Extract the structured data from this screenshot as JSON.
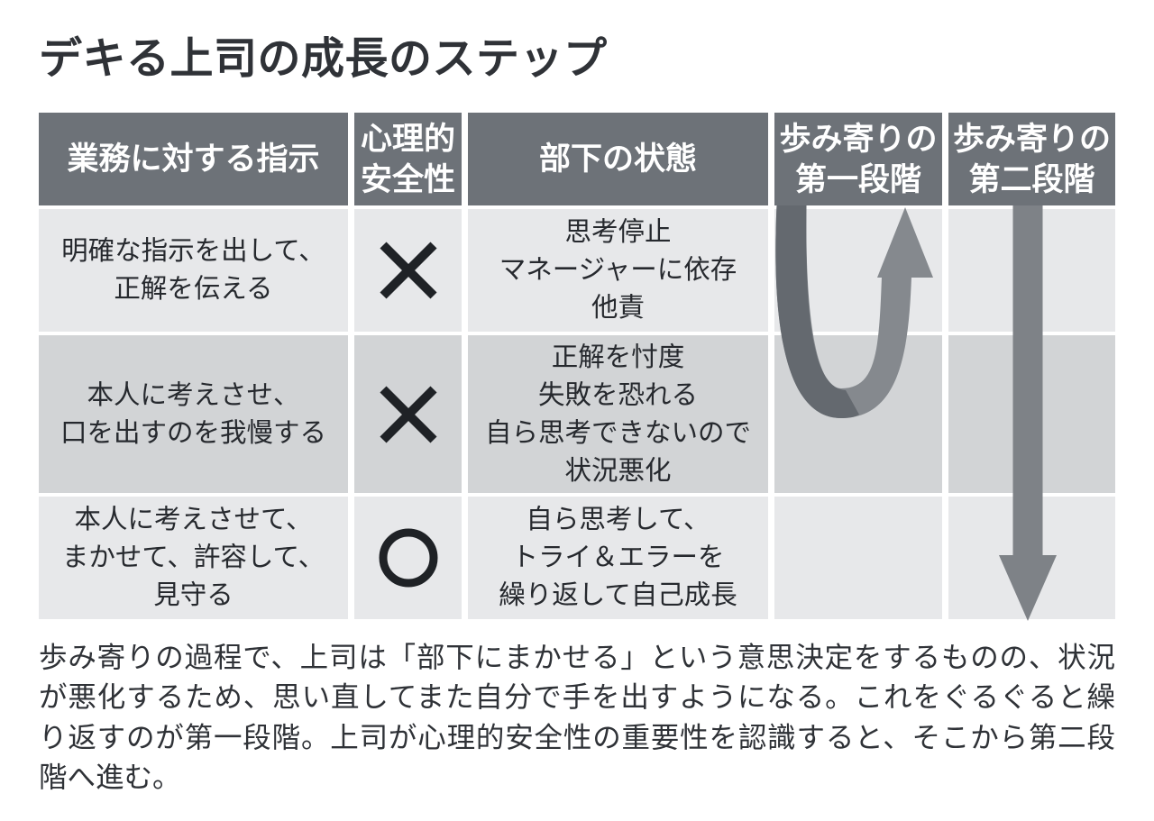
{
  "title": "デキる上司の成長のステップ",
  "colors": {
    "header_bg": "#6d7278",
    "row_light": "#e7e8ea",
    "row_mid": "#d2d4d6",
    "arrow_dark": "#64696f",
    "arrow_light": "#85898e",
    "arrow_gray": "#7e8287",
    "mark": "#1f2226"
  },
  "table": {
    "headers": [
      "業務に対する指示",
      "心理的\n安全性",
      "部下の状態",
      "歩み寄りの\n第一段階",
      "歩み寄りの\n第二段階"
    ],
    "rows": [
      {
        "instruction": "明確な指示を出して、\n正解を伝える",
        "mark": "cross",
        "mark_label": "×",
        "state": "思考停止\nマネージャーに依存\n他責"
      },
      {
        "instruction": "本人に考えさせ、\n口を出すのを我慢する",
        "mark": "cross",
        "mark_label": "×",
        "state": "正解を忖度\n失敗を恐れる\n自ら思考できないので\n状況悪化"
      },
      {
        "instruction": "本人に考えさせて、\nまかせて、許容して、\n見守る",
        "mark": "circle",
        "mark_label": "○",
        "state": "自ら思考して、\nトライ＆エラーを\n繰り返して自己成長"
      }
    ]
  },
  "arrows": {
    "stage1": "u-turn-arrow-up",
    "stage2": "long-arrow-down"
  },
  "caption": {
    "lines": [
      "歩み寄りの過程で、上司は「部下にまかせる」という意思決定をするものの、状況",
      "が悪化するため、思い直してまた自分で手を出すようになる。これをぐるぐると繰",
      "り返すのが第一段階。上司が心理的安全性の重要性を認識すると、そこから第二段",
      "階へ進む。"
    ]
  }
}
